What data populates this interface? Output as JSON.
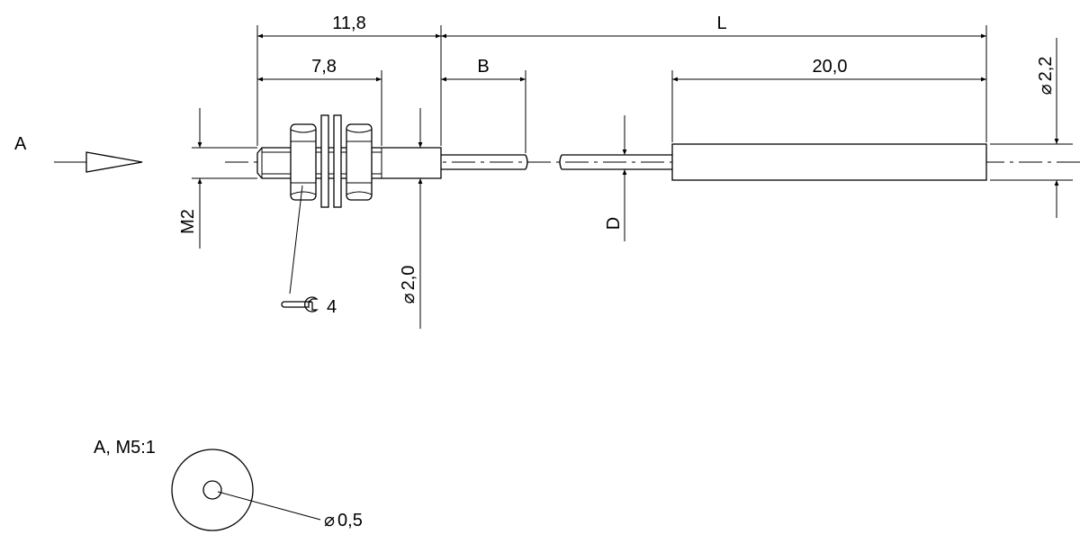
{
  "view": {
    "label": "A",
    "detail_label": "A, M5:1"
  },
  "dimensions": {
    "overall_head": "11,8",
    "thread_length": "7,8",
    "B": "B",
    "L": "L",
    "sleeve_length": "20,0",
    "thread": "M2",
    "head_diameter": "2,0",
    "cable": "D",
    "sleeve_diameter": "2,2",
    "hole_diameter": "0,5"
  },
  "symbols": {
    "diameter": "⌀",
    "wrench_size": "4"
  }
}
